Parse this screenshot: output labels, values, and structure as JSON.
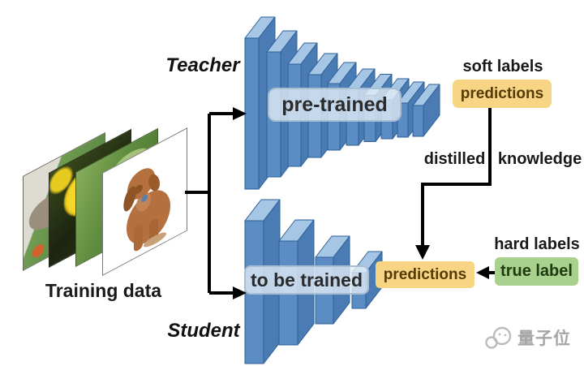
{
  "teacher": {
    "role": "Teacher",
    "state": "pre-trained"
  },
  "student": {
    "role": "Student",
    "state": "to be trained"
  },
  "training_data": {
    "caption": "Training data"
  },
  "outputs": {
    "soft_caption": "soft labels",
    "teacher_predictions": "predictions",
    "student_predictions": "predictions",
    "hard_caption": "hard labels",
    "true_label": "true label",
    "distilled": "distilled knowledge"
  },
  "watermark": {
    "brand": "量子位"
  },
  "colors": {
    "network_front": "#5b8cc3",
    "network_top": "#a6c6e5",
    "network_side": "#4a7cb3",
    "network_outline": "#2e5f98",
    "predictions_bg": "#f8d584",
    "predictions_text": "#553b05",
    "true_label_bg": "#a9d18e",
    "true_label_text": "#1f3a10",
    "state_box_bg": "rgba(227,237,247,0.78)",
    "state_box_border": "#a6bdd4",
    "arrow": "#000000",
    "watermark_gray": "#a6a6a6"
  }
}
